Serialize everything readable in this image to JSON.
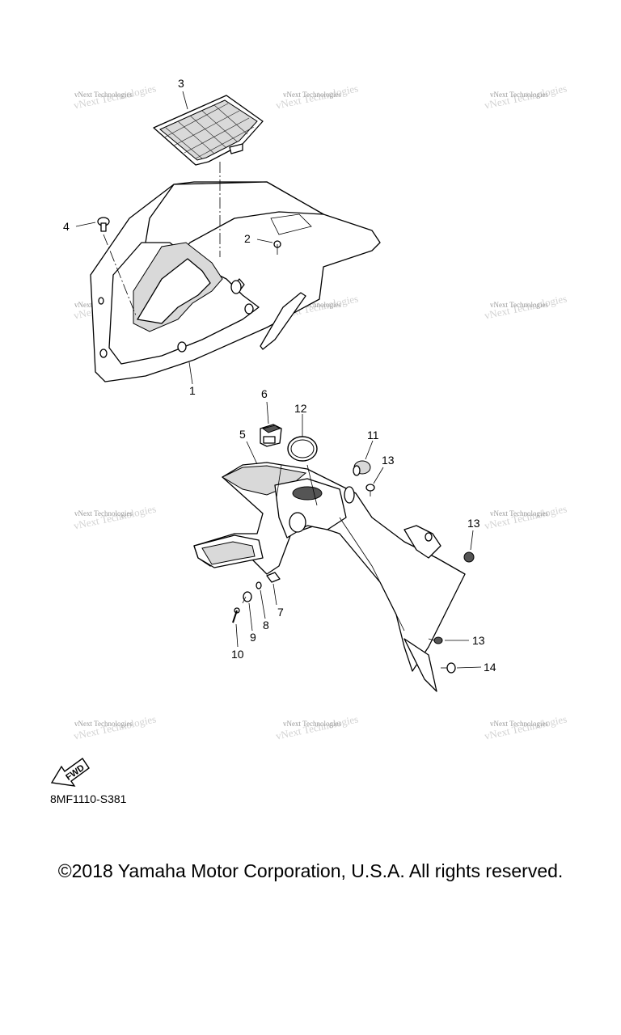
{
  "diagram_code": "8MF1110-S381",
  "copyright": "©2018 Yamaha Motor Corporation, U.S.A. All rights reserved.",
  "fwd_label": "FWD",
  "watermark": "vNext Technologies",
  "callouts": {
    "c1": "1",
    "c2": "2",
    "c3": "3",
    "c4": "4",
    "c5": "5",
    "c6": "6",
    "c7": "7",
    "c8": "8",
    "c9": "9",
    "c10": "10",
    "c11": "11",
    "c12": "12",
    "c13a": "13",
    "c13b": "13",
    "c13c": "13",
    "c14": "14"
  }
}
